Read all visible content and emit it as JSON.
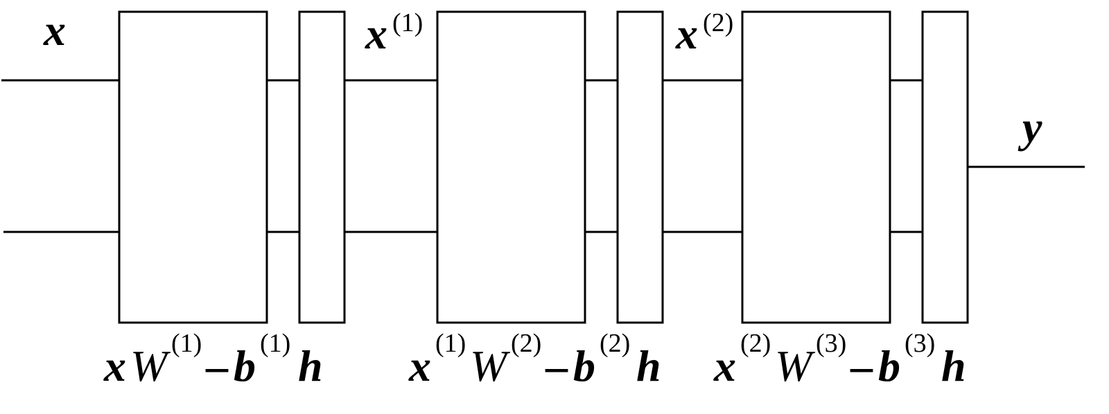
{
  "inputs": {
    "x": {
      "var": "x"
    },
    "x1": {
      "var": "x",
      "sup": "(1)"
    },
    "x2": {
      "var": "x",
      "sup": "(2)"
    },
    "y": {
      "var": "y"
    }
  },
  "layers": [
    {
      "input": "x",
      "input_sup": "",
      "weight": "W",
      "weight_sup": "(1)",
      "op": "–",
      "bias": "b",
      "bias_sup": "(1)",
      "activation": "h"
    },
    {
      "input": "x",
      "input_sup": "(1)",
      "weight": "W",
      "weight_sup": "(2)",
      "op": "–",
      "bias": "b",
      "bias_sup": "(2)",
      "activation": "h"
    },
    {
      "input": "x",
      "input_sup": "(2)",
      "weight": "W",
      "weight_sup": "(3)",
      "op": "–",
      "bias": "b",
      "bias_sup": "(3)",
      "activation": "h"
    }
  ]
}
